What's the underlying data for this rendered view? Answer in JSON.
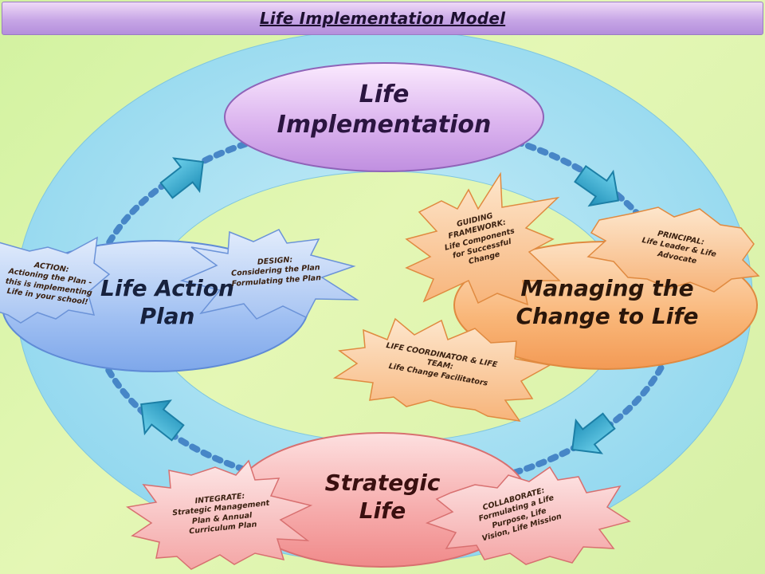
{
  "title": "Life Implementation Model",
  "nodes": {
    "implementation": "Life Implementation",
    "action_plan": "Life Action Plan",
    "managing_change": "Managing the Change to Life",
    "strategic": "Strategic Life"
  },
  "bursts": {
    "action": {
      "head": "ACTION:",
      "body": "Actioning the Plan - this is implementing Life in your school!"
    },
    "design": {
      "head": "DESIGN:",
      "body": "Considering the Plan Formulating the Plan"
    },
    "guiding": {
      "head": "GUIDING FRAMEWORK:",
      "body": "Life Components for Successful Change"
    },
    "principal": {
      "head": "PRINCIPAL:",
      "body": "Life Leader & Life Advocate"
    },
    "coordinator": {
      "head": "LIFE COORDINATOR & LIFE TEAM:",
      "body": "Life Change Facilitators"
    },
    "integrate": {
      "head": "INTEGRATE:",
      "body": "Strategic Management Plan & Annual Curriculum Plan"
    },
    "collaborate": {
      "head": "COLLABORATE:",
      "body": "Formulating a Life Purpose, Life Vision, Life Mission"
    }
  },
  "colors": {
    "background": "#d8f2a8",
    "outer_ring": "#9fdcef",
    "title_bar": "#c7a6e6",
    "implementation": "#d2a8ea",
    "action_plan": "#8fb6ee",
    "managing_change": "#f7ab6a",
    "strategic": "#f39a9a",
    "arrows": "#2ea6c8",
    "dots": "#3f7fc4"
  }
}
